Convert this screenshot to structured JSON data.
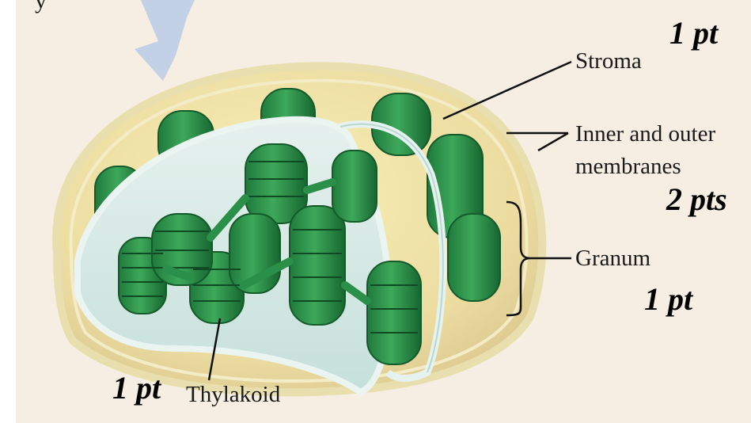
{
  "top_fragment": "y",
  "labels": {
    "stroma": "Stroma",
    "membranes_line1": "Inner and outer",
    "membranes_line2": "membranes",
    "granum": "Granum",
    "thylakoid": "Thylakoid"
  },
  "points": {
    "stroma": "1 pt",
    "membranes": "2 pts",
    "granum": "1 pt",
    "thylakoid": "1 pt"
  },
  "colors": {
    "background": "#f5ede0",
    "stroma": "#f2e7a6",
    "grana": "#2a8f48",
    "membrane": "#cfe6e2",
    "arrow": "#b7c8e4"
  }
}
